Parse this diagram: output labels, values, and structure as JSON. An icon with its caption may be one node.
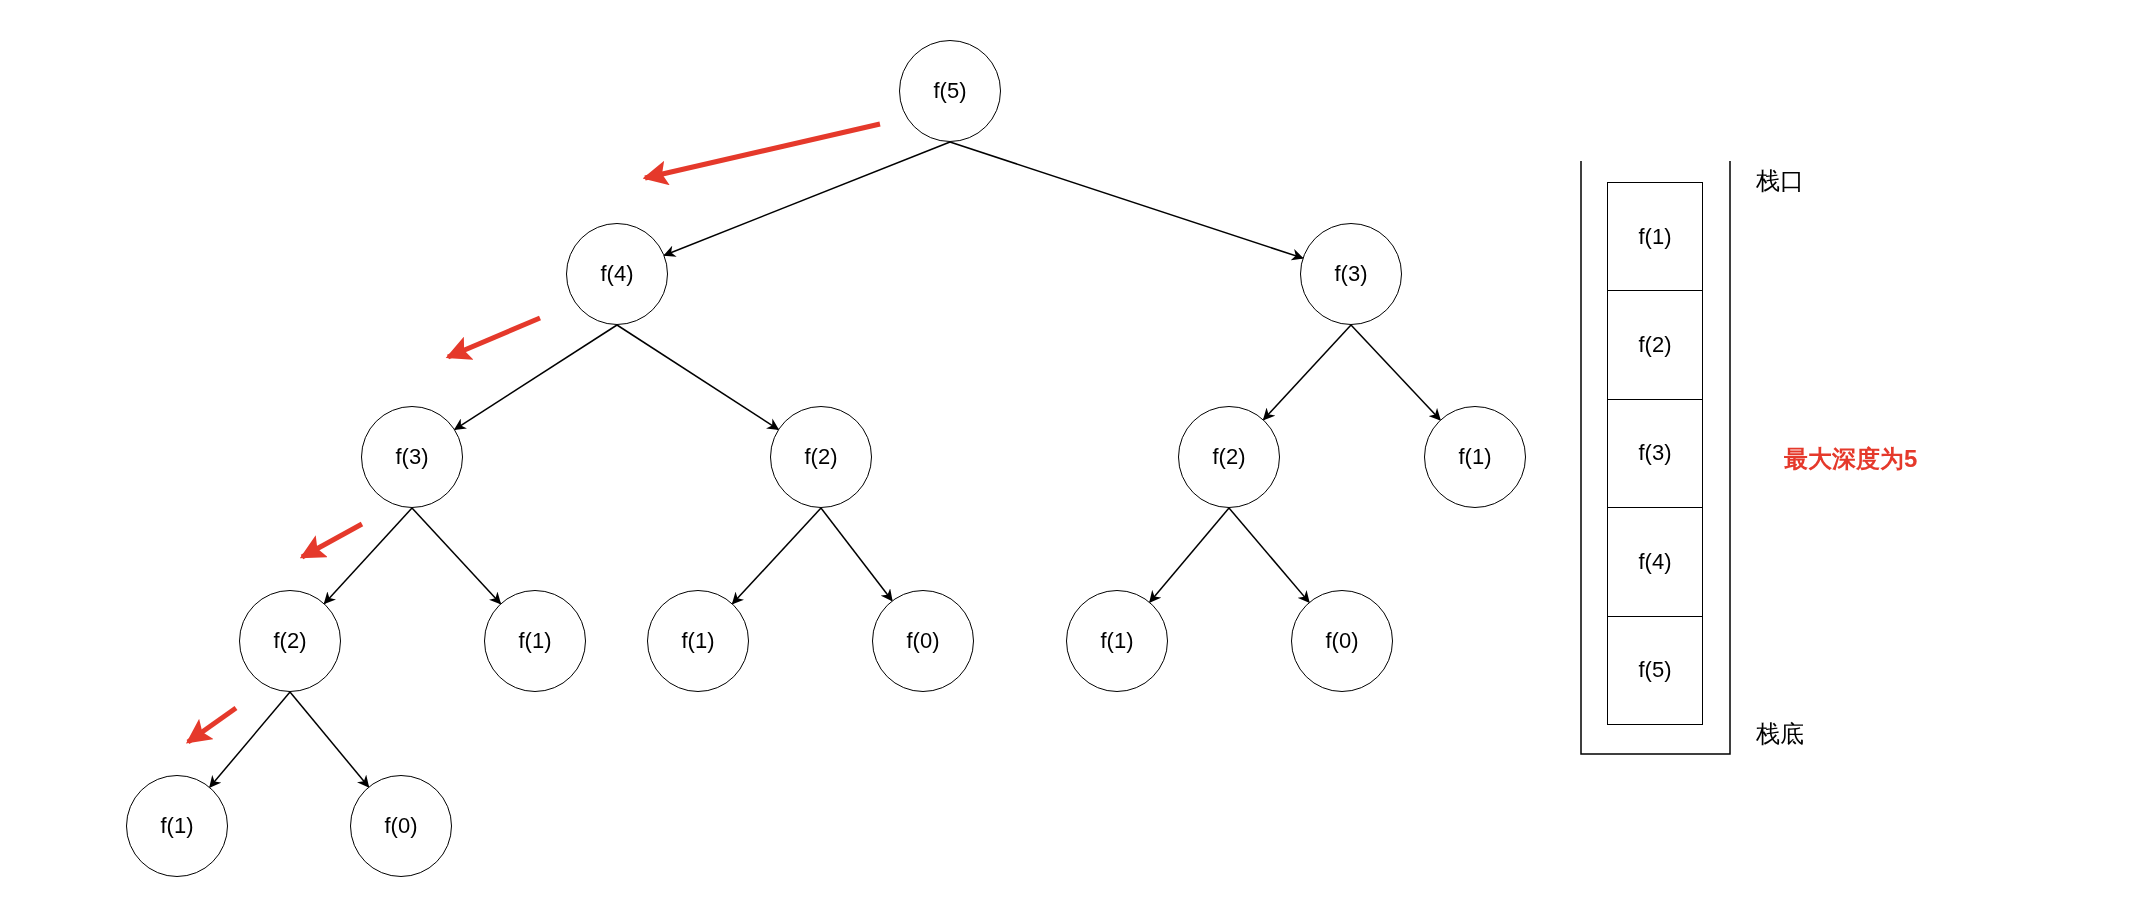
{
  "diagram": {
    "nodes": [
      {
        "text": [
          "f(5)"
        ]
      },
      {
        "text": [
          "f(4)"
        ]
      },
      {
        "text": [
          "f(3)"
        ]
      },
      {
        "text": [
          "f(3)"
        ]
      },
      {
        "text": [
          "f(2)"
        ]
      },
      {
        "text": [
          "f(2)"
        ]
      },
      {
        "text": [
          "f(1)"
        ]
      },
      {
        "text": [
          "f(2)"
        ]
      },
      {
        "text": [
          "f(1)"
        ]
      },
      {
        "text": [
          "f(1)"
        ]
      },
      {
        "text": [
          "f(0)"
        ]
      },
      {
        "text": [
          "f(1)"
        ]
      },
      {
        "text": [
          "f(0)"
        ]
      },
      {
        "text": [
          "f(1)"
        ]
      },
      {
        "text": [
          "f(0)"
        ]
      },
      {
        "text": [
          "f(1)"
        ]
      },
      {
        "text": [
          "f(2)"
        ]
      },
      {
        "text": [
          "f(3)"
        ]
      },
      {
        "text": [
          "f(4)"
        ]
      },
      {
        "text": [
          "f(5)"
        ]
      }
    ],
    "edges": [
      {
        "from": 0,
        "to": 1,
        "arrow": "to"
      },
      {
        "from": 0,
        "to": 2,
        "arrow": "to"
      },
      {
        "from": 1,
        "to": 3,
        "arrow": "to"
      },
      {
        "from": 1,
        "to": 4,
        "arrow": "to"
      },
      {
        "from": 2,
        "to": 5,
        "arrow": "to"
      },
      {
        "from": 2,
        "to": 6,
        "arrow": "to"
      },
      {
        "from": 3,
        "to": 7,
        "arrow": "to"
      },
      {
        "from": 3,
        "to": 8,
        "arrow": "to"
      },
      {
        "from": 4,
        "to": 9,
        "arrow": "to"
      },
      {
        "from": 4,
        "to": 10,
        "arrow": "to"
      },
      {
        "from": 5,
        "to": 11,
        "arrow": "to"
      },
      {
        "from": 5,
        "to": 12,
        "arrow": "to"
      },
      {
        "from": 7,
        "to": 13,
        "arrow": "to"
      },
      {
        "from": 7,
        "to": 14,
        "arrow": "to"
      }
    ],
    "labels": [
      "栈口",
      "最大深度为5",
      "栈底"
    ]
  }
}
